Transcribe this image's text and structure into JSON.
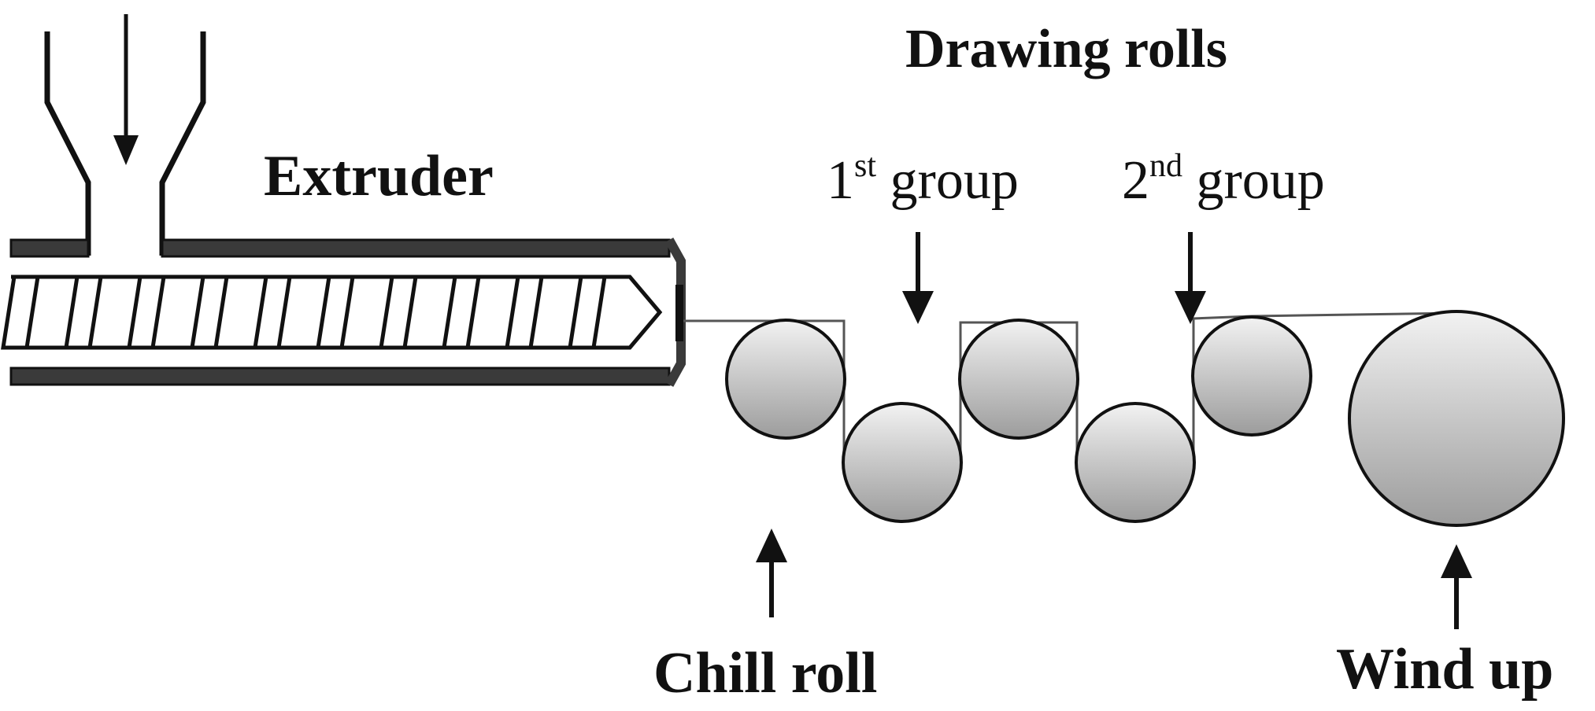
{
  "labels": {
    "extruder": "Extruder",
    "drawing_rolls": "Drawing rolls",
    "group1_base": "1",
    "group1_sup": "st",
    "group1_word": " group",
    "group2_base": "2",
    "group2_sup": "nd",
    "group2_word": " group",
    "chill_roll": "Chill roll",
    "wind_up": "Wind up"
  },
  "colors": {
    "outline": "#111111",
    "barrel": "#3a3a3a",
    "roll_light": "#f2f2f2",
    "roll_dark": "#9c9c9c",
    "film": "#555555"
  }
}
